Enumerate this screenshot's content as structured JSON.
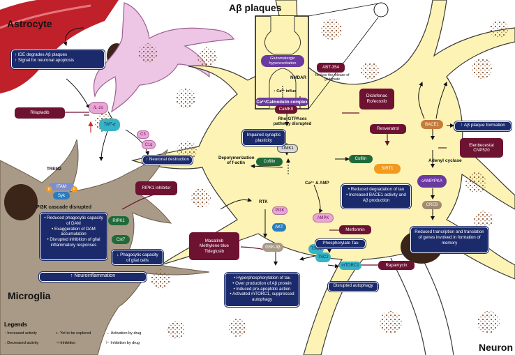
{
  "labels": {
    "astrocyte": "Astrocyte",
    "abeta_plaques": "Aβ plaques",
    "microglia": "Microglia",
    "neuron": "Neuron"
  },
  "astro_box": [
    "↑ IDE degrades Aβ plaques",
    "↑ Signal for neuronal apoptosis"
  ],
  "synapse": {
    "glut": "Glutamatergic hyperexcitation",
    "nmdar": "NMDAR",
    "ca_influx": "↑ Ca²⁺ influx",
    "calmod": "Ca²⁺/Calmodulin complex",
    "abt": "ABT-354",
    "abt_note": "Reduce the release of glutamate"
  },
  "cytokines": {
    "il1a": "IL-1α",
    "tnfa": "TNF-α",
    "c1q": "C1q",
    "c3": "C3"
  },
  "neuronal_destruction": "↑ Neuronal destruction",
  "microglia_part": {
    "trem2": "TREM2",
    "itam": "ITAM",
    "syk": "Syk",
    "p": "P",
    "pi3k_disrupted": "PI3K cascade disrupted",
    "box": [
      "• Reduced phagocytic capacity of DAM",
      "• Exaggeration of DAM accumulation",
      "• Disrupted inhibition of glial inflammatory responses"
    ],
    "ripk1": "RIPK1",
    "cst7": "Cst7",
    "phago": "↓ Phagocytic capacity of glial cells",
    "neuroinflammation": "↑ Neuroinflammation"
  },
  "drugs": {
    "rilapladib": "Rilapladib",
    "ripk1_inhibitor": "RIPK1 inhibitor",
    "diclofenac": [
      "Diclofenac",
      "Rofecoxib"
    ],
    "resveratrol": "Resveratrol",
    "elenbecestat": [
      "Elenbecestat",
      "CNP520"
    ],
    "masatinib": [
      "Masatinib",
      "Methylene blue",
      "Tideglusib"
    ],
    "metformin": "Metformin",
    "rapamycin": "Rapamycin"
  },
  "neuron_part": {
    "camkii": "CaMKII",
    "rho": "Rho-GTPAses pathway disrupted",
    "limk1": "LIMK1",
    "cofilin": "Cofilin",
    "depoly": "Depolymerization of f-actin",
    "impaired": "Impaired synaptic plasticity",
    "sirt1": "SIRT1",
    "sirt_box": [
      "• Reduced degradation of tau",
      "• Increased BACE1 activity and Aβ production"
    ],
    "bace1": "BACE1",
    "abeta_form": "↑ Aβ plaque formation",
    "adenyl": "Adenyl cyclase",
    "camp": "cAMP/PKA",
    "creb": "CREB",
    "creb_box": [
      "Reduced trancription and translation of genes involved in formation of memory"
    ],
    "ca_amp": "Ca²⁺ & AMP",
    "rtk": "RTK",
    "pi3k": "PI3K",
    "akt": "AKT",
    "gsk": "GSK-3β",
    "ampk": "AMPK",
    "tsc1": "TSC1",
    "tsc2": "TSC2",
    "mtorc1": "mTORC1",
    "phos_tau": "Phosphorylate Tau",
    "disrupted_auto": "Disrupted autophagy",
    "gsk_box": [
      "• Hyperphosphorylation of tau",
      "• Over production of Aβ protein",
      "• Induced pro-apoptotic action",
      "• Activated mTORC1, suppressed autophagy"
    ]
  },
  "legend": {
    "title": "Legends",
    "items": [
      "Increased activity",
      "Decreased activity",
      "Yet to be explored",
      "Inhibition",
      "Activation by drug",
      "Inhibition by drug"
    ]
  },
  "colors": {
    "navy": "#1b2a6b",
    "maroon": "#6e1232",
    "vessel": "#c0202a",
    "glia": "#a89a86",
    "neuron": "#fdf3b4",
    "outline": "#3a3a3a",
    "red_arrow": "#d3262b"
  }
}
